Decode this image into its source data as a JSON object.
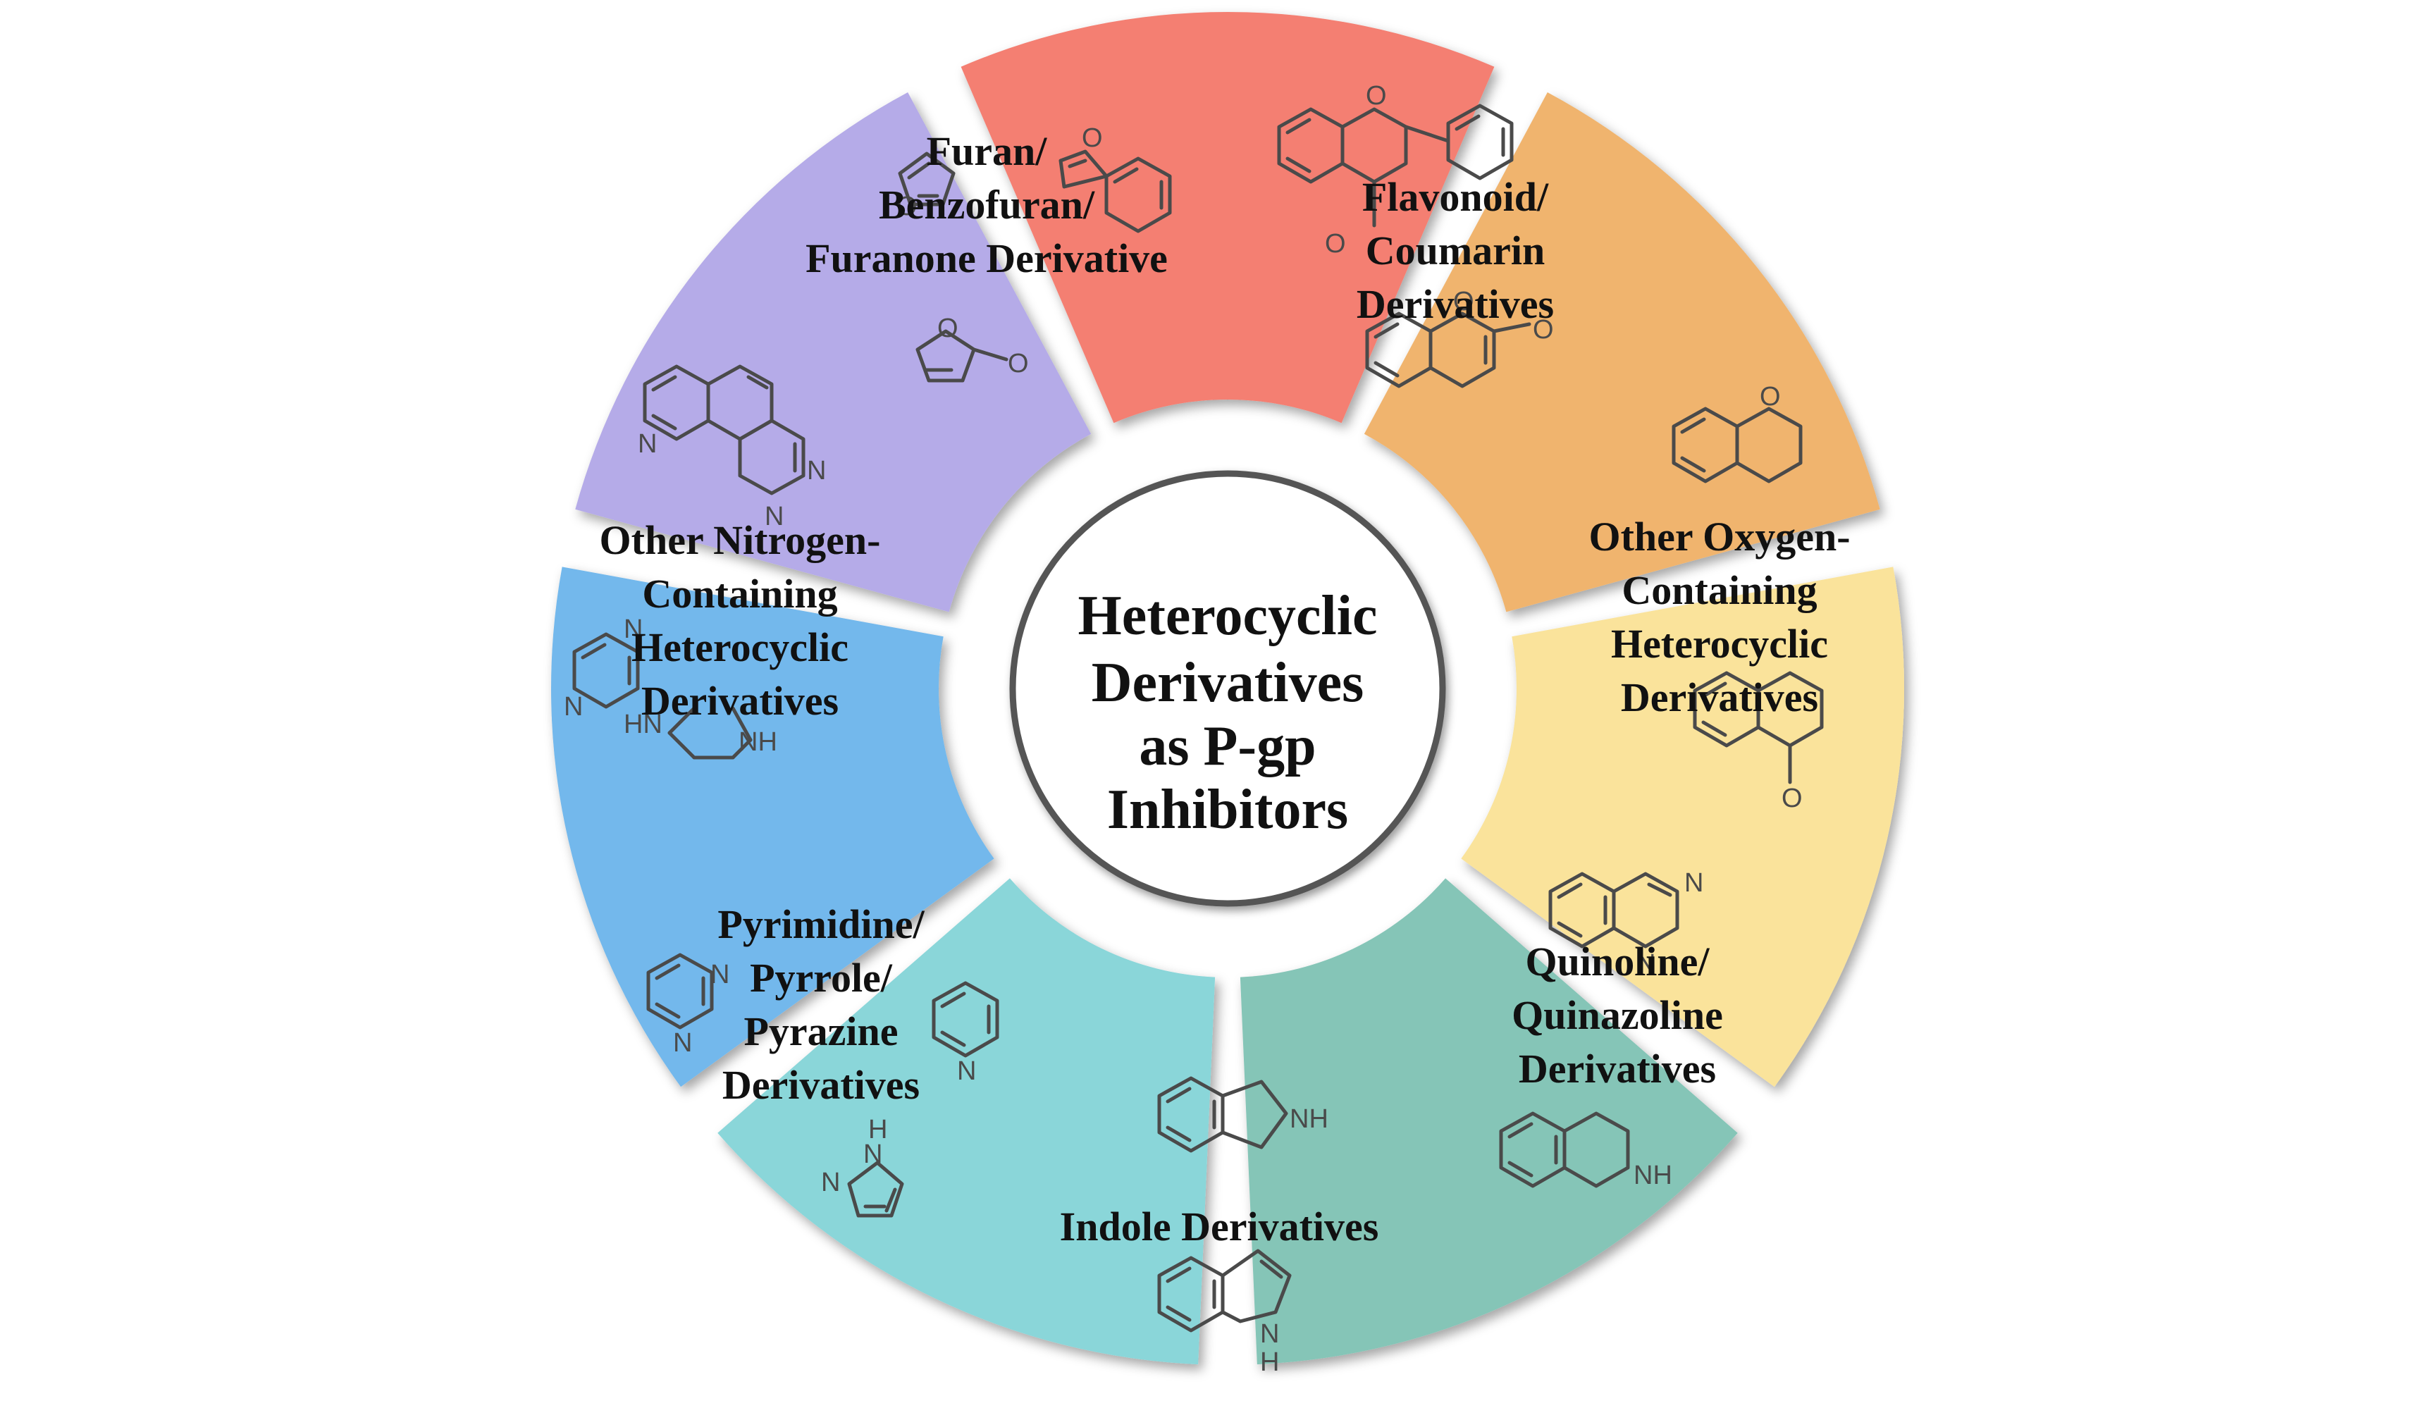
{
  "center": {
    "lines": [
      "Heterocyclic",
      "Derivatives",
      "as P-gp",
      "Inhibitors"
    ]
  },
  "segments": [
    {
      "key": "furan",
      "lines": [
        "Furan/",
        "Benzofuran/",
        "Furanone Derivative"
      ],
      "color": "#F47F72"
    },
    {
      "key": "flavonoid",
      "lines": [
        "Flavonoid/",
        "Coumarin",
        "Derivatives"
      ],
      "color": "#F0B46E"
    },
    {
      "key": "oxygen",
      "lines": [
        "Other Oxygen-",
        "Containing",
        "Heterocyclic",
        "Derivatives"
      ],
      "color": "#FAE39B"
    },
    {
      "key": "quinoline",
      "lines": [
        "Quinoline/",
        "Quinazoline",
        "Derivatives"
      ],
      "color": "#85C5B7"
    },
    {
      "key": "indole",
      "lines": [
        "Indole Derivatives"
      ],
      "color": "#8AD6D9"
    },
    {
      "key": "pyrimidine",
      "lines": [
        "Pyrimidine/",
        "Pyrrole/",
        "Pyrazine",
        "Derivatives"
      ],
      "color": "#73B8EC"
    },
    {
      "key": "nitrogen",
      "lines": [
        "Other Nitrogen-",
        "Containing",
        "Heterocyclic",
        "Derivatives"
      ],
      "color": "#B5ABE8"
    }
  ],
  "atoms": {
    "O": "O",
    "N": "N",
    "NH": "NH",
    "HN": "HN",
    "H": "H"
  }
}
